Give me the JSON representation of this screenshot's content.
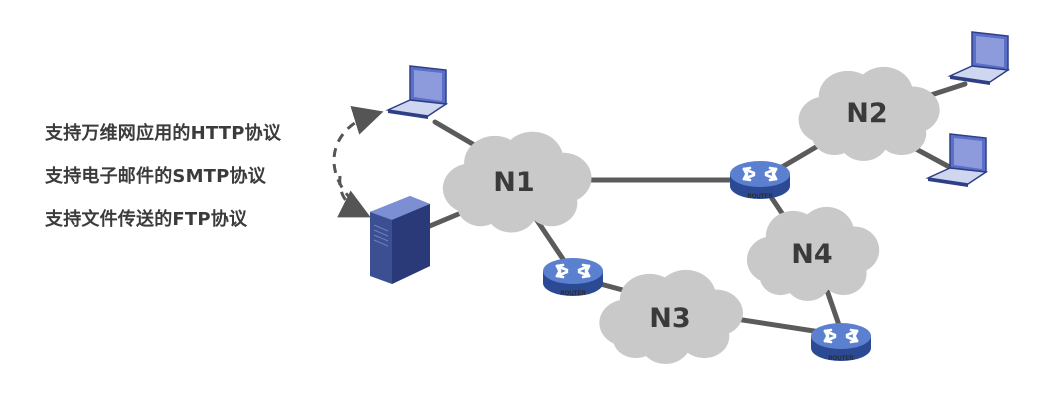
{
  "protocols": [
    "支持万维网应用的HTTP协议",
    "支持电子邮件的SMTP协议",
    "支持文件传送的FTP协议"
  ],
  "networks": [
    "N1",
    "N2",
    "N3",
    "N4"
  ],
  "router_label": "ROUTER",
  "colors": {
    "link": "#5b5b5b",
    "cloud": "#c9c9c9",
    "router": "#3f63b7",
    "laptop": "#5a6fc8",
    "server": "#3c4f93",
    "dashed_arrow": "#555555",
    "text": "#3b3b3b"
  }
}
